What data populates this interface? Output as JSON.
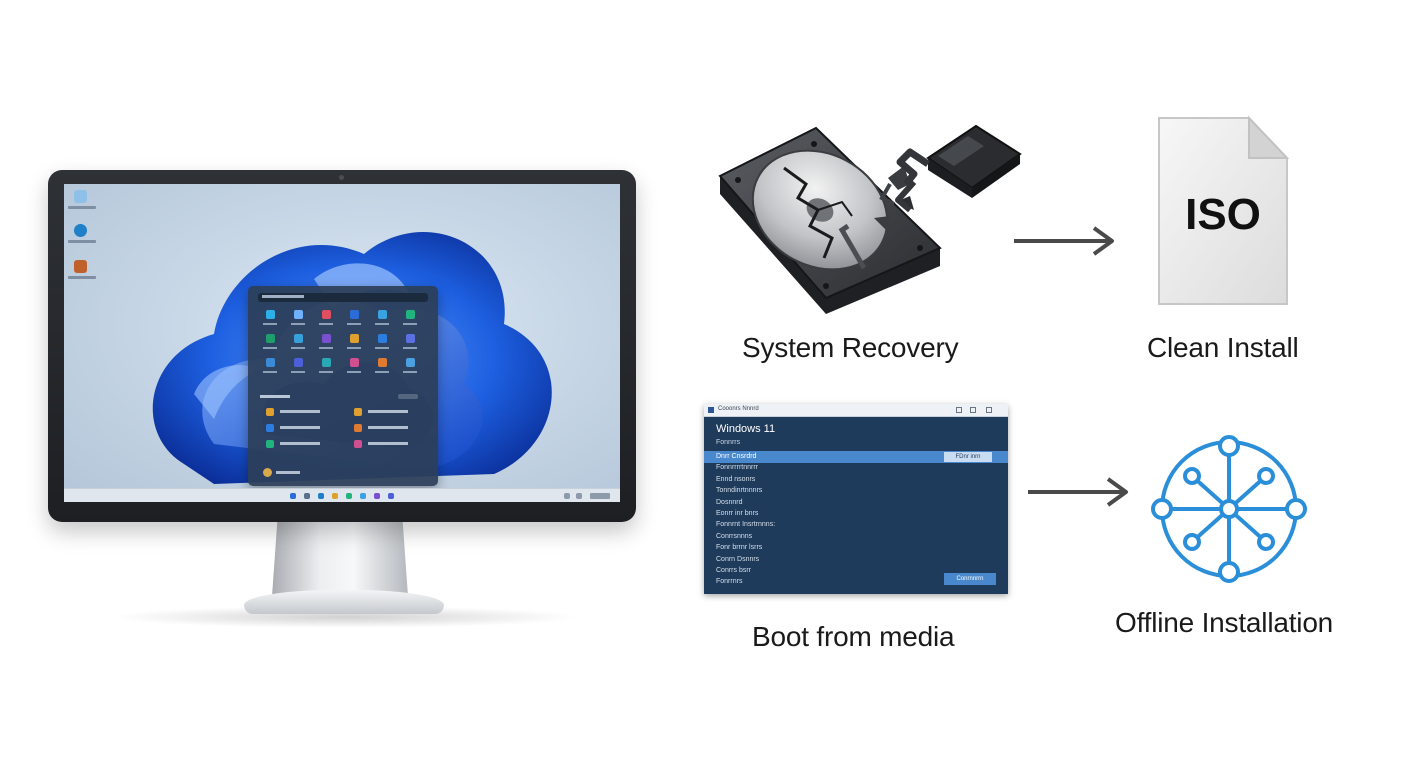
{
  "labels": {
    "system_recovery": "System Recovery",
    "clean_install": "Clean Install",
    "boot_from_media": "Boot from media",
    "offline_installation": "Offline Installation"
  },
  "iso_file": {
    "text": "ISO"
  },
  "boot_window": {
    "title": "Cooonrs Nnnrd",
    "heading": "Windows 11",
    "subheading": "Fonnrrs",
    "selected_option": "Dnrr Cnsrdrd",
    "selected_button": "FDnr inrn",
    "options": [
      "Fonnrrrrtnnrrr",
      "Ennd nsonrs",
      "Tonndinrtnnnrs",
      "Dosnnrd",
      "Eonrr inr bnrs",
      "Fonnrnt Insrtrnnns:",
      "Conrrsnnns",
      "Fonr brrnr lsrrs",
      "Conrn Dsnnrs",
      "Conrrs bsrr",
      "Fonrrnrs"
    ],
    "next_button": "Conrnnrrn"
  },
  "colors": {
    "arrow": "#4a4a4a",
    "network_icon": "#2a8fd8",
    "boot_window_bg": "#1f3b5c",
    "boot_window_selected": "#4a88cd",
    "wallpaper_bloom": "#1d5fe0"
  },
  "icons": {
    "hard_drive": "broken-hard-drive-icon",
    "usb": "broken-usb-icon",
    "iso": "iso-file-icon",
    "network": "network-globe-icon",
    "monitor": "desktop-monitor-icon"
  }
}
